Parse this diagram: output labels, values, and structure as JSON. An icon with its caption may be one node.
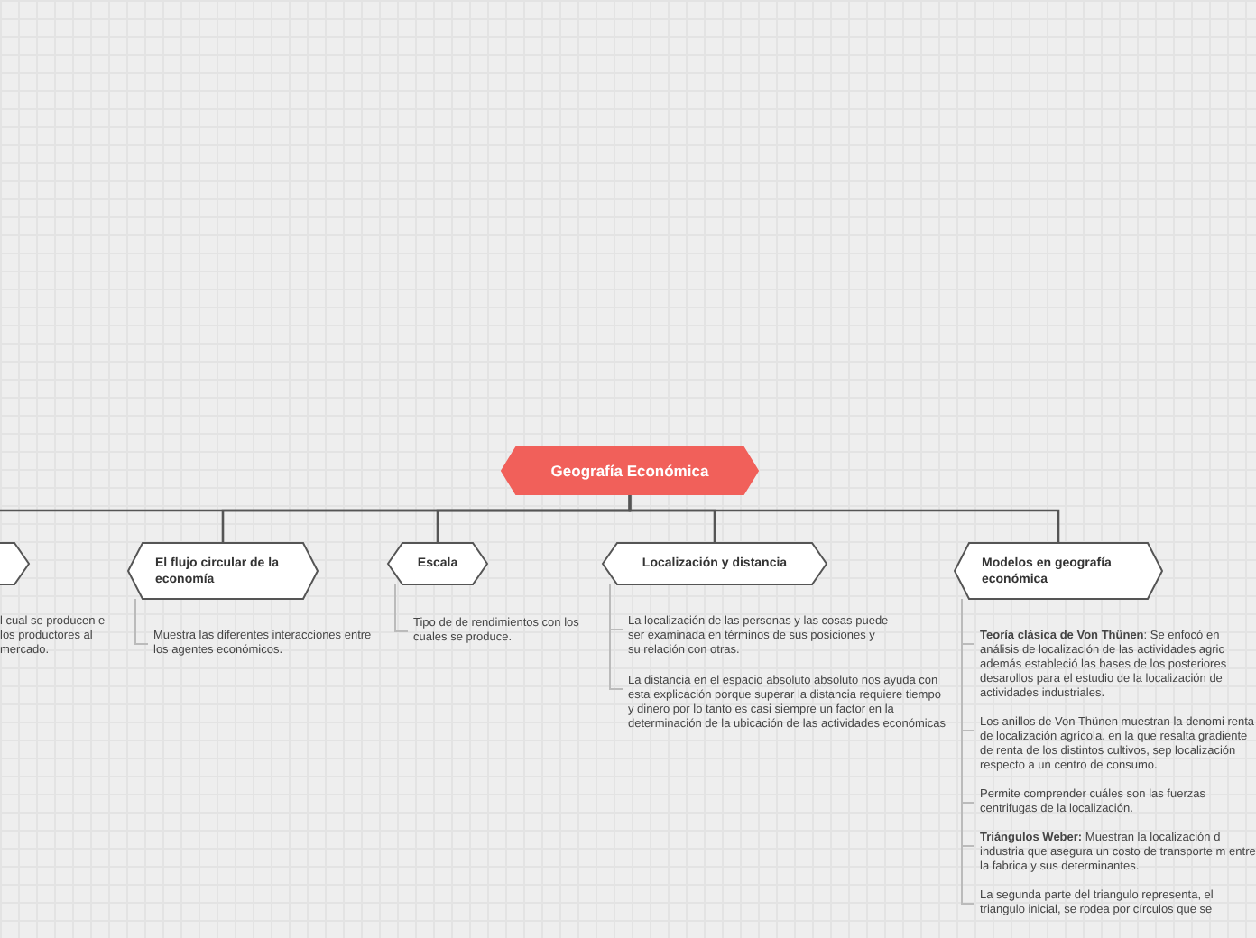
{
  "diagram": {
    "nodes": [
      {
        "text": [
          "Geografía Económica"
        ]
      },
      {
        "text": [],
        "shape": "hexagon"
      },
      {
        "text": [
          "El flujo circular de la economía"
        ]
      },
      {
        "text": [
          "Escala"
        ]
      },
      {
        "text": [
          "Localización y distancia"
        ]
      },
      {
        "text": [
          "Modelos en geografía económica"
        ]
      },
      {
        "text": [
          "l cual se producen e los productores al mercado."
        ]
      },
      {
        "text": [
          "Muestra las diferentes interacciones entre los agentes económicos."
        ]
      },
      {
        "text": [
          "Tipo de de rendimientos con los cuales se produce."
        ]
      },
      {
        "text": [
          "La localización de las personas y las cosas puede ser examinada en términos de sus posiciones y su relación con otras."
        ]
      },
      {
        "text": [
          "La distancia en el espacio absoluto absoluto nos ayuda con esta explicación porque superar la distancia requiere tiempo y dinero por lo tanto es casi siempre un factor en la determinación de la ubicación de las actividades económicas"
        ]
      },
      {
        "text": [
          "**Teoría clásica de Von Thünen**: Se enfocó en análisis de localización de las actividades agric además estableció las bases de los posteriores desarollos para el estudio de la localización de actividades industriales."
        ]
      },
      {
        "text": [
          "Los anillos de Von Thünen muestran la denomi renta de localización agrícola. en la que resalta gradiente de renta de los distintos cultivos, sep localización respecto a un centro de consumo."
        ]
      },
      {
        "text": [
          "Permite comprender cuáles son las fuerzas centrifugas de la localización."
        ]
      },
      {
        "text": [
          "**Triángulos Weber:** Muestran la localización d industria que asegura un costo de transporte m entre la fabrica y sus determinantes."
        ]
      },
      {
        "text": [
          "La segunda parte del triangulo representa, el triangulo inicial, se rodea por círculos que se"
        ]
      }
    ],
    "edges": [
      {
        "from": 0,
        "to": 1,
        "arrow": "none",
        "color": "#555555"
      },
      {
        "from": 0,
        "to": 2,
        "arrow": "none",
        "color": "#555555"
      },
      {
        "from": 0,
        "to": 3,
        "arrow": "none",
        "color": "#555555"
      },
      {
        "from": 0,
        "to": 4,
        "arrow": "none",
        "color": "#555555"
      },
      {
        "from": 0,
        "to": 5,
        "arrow": "none",
        "color": "#555555"
      },
      {
        "from": 2,
        "to": 7,
        "arrow": "none"
      },
      {
        "from": 3,
        "to": 8,
        "arrow": "none"
      },
      {
        "from": 4,
        "to": 9,
        "arrow": "none"
      },
      {
        "from": 4,
        "to": 10,
        "arrow": "none"
      },
      {
        "from": 5,
        "to": 11,
        "arrow": "none"
      },
      {
        "from": 5,
        "to": 12,
        "arrow": "none"
      },
      {
        "from": 5,
        "to": 13,
        "arrow": "none"
      },
      {
        "from": 5,
        "to": 14,
        "arrow": "none"
      },
      {
        "from": 5,
        "to": 15,
        "arrow": "none"
      }
    ]
  }
}
